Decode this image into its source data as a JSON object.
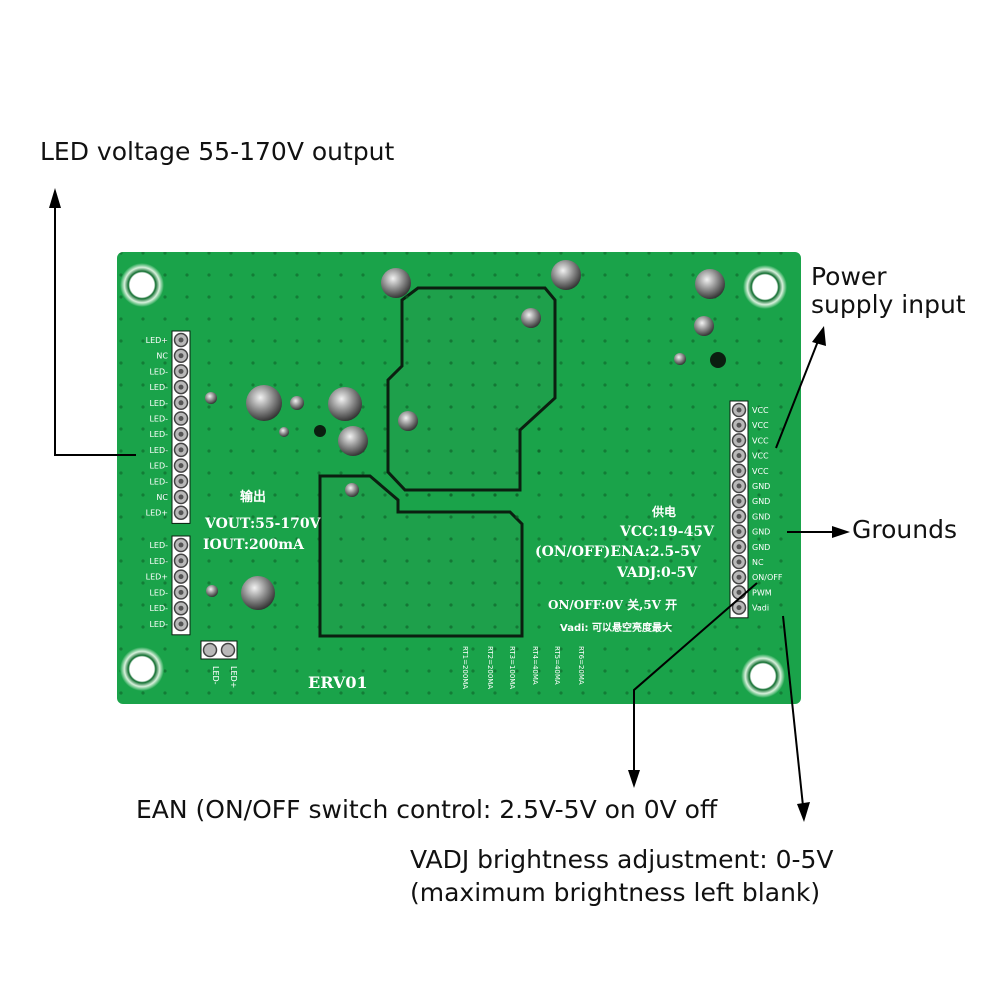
{
  "callouts": {
    "led_output": "LED voltage 55-170V output",
    "power_input_line1": "Power",
    "power_input_line2": "supply input",
    "grounds": "Grounds",
    "ean": "EAN (ON/OFF switch control: 2.5V-5V on 0V off",
    "vadj_line1": "VADJ brightness adjustment: 0-5V",
    "vadj_line2": "(maximum brightness left blank)"
  },
  "board": {
    "left_pins": [
      "LED+",
      "NC",
      "LED-",
      "LED-",
      "LED-",
      "LED-",
      "LED-",
      "LED-",
      "LED-",
      "LED-",
      "NC",
      "LED+"
    ],
    "left_pins_2": [
      "LED-",
      "LED-",
      "LED+",
      "LED-",
      "LED-",
      "LED-"
    ],
    "bottom_pins": [
      "LED-",
      "LED+"
    ],
    "right_pins": [
      "VCC",
      "VCC",
      "VCC",
      "VCC",
      "VCC",
      "GND",
      "GND",
      "GND",
      "GND",
      "GND",
      "NC",
      "ON/OFF",
      "PWM",
      "Vadi"
    ],
    "output_title": "输出",
    "vout": "VOUT:55-170V",
    "iout": "IOUT:200mA",
    "power_title": "供电",
    "vcc": "VCC:19-45V",
    "ena": "(ON/OFF)ENA:2.5-5V",
    "vadj": "VADJ:0-5V",
    "onoff": "ON/OFF:0V  关,5V  开",
    "vadi_note": "Vadi: 可以悬空亮度最大",
    "model": "ERV01",
    "rt_labels": [
      "RT1=200MA",
      "RT2=200MA",
      "RT3=100MA",
      "RT4=40MA",
      "RT5=40MA",
      "RT6=20MA"
    ]
  },
  "colors": {
    "pcb": "#1aa34a",
    "pcb_dark": "#148a3c",
    "trace_outline": "#0b1f10",
    "silkscreen": "#ffffff",
    "arrow": "#000000"
  }
}
